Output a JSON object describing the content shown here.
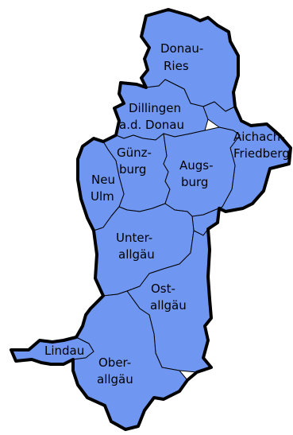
{
  "map": {
    "fill_color": "#6f97f2",
    "border_color": "#000000",
    "background_color": "#ffffff",
    "regions": {
      "donau_ries": {
        "line1": "Donau-",
        "line2": "Ries"
      },
      "dillingen": {
        "line1": "Dillingen",
        "line2": "a.d. Donau"
      },
      "aichach": {
        "line1": "Aichach-",
        "line2": "Friedberg"
      },
      "guenzburg": {
        "line1": "Günz-",
        "line2": "burg"
      },
      "augsburg": {
        "line1": "Augs-",
        "line2": "burg"
      },
      "neu_ulm": {
        "line1": "Neu",
        "line2": "Ulm"
      },
      "unterallgaeu": {
        "line1": "Unter-",
        "line2": "allgäu"
      },
      "ostallgaeu": {
        "line1": "Ost-",
        "line2": "allgäu"
      },
      "lindau": {
        "line1": "Lindau"
      },
      "oberallgaeu": {
        "line1": "Ober-",
        "line2": "allgäu"
      }
    }
  }
}
